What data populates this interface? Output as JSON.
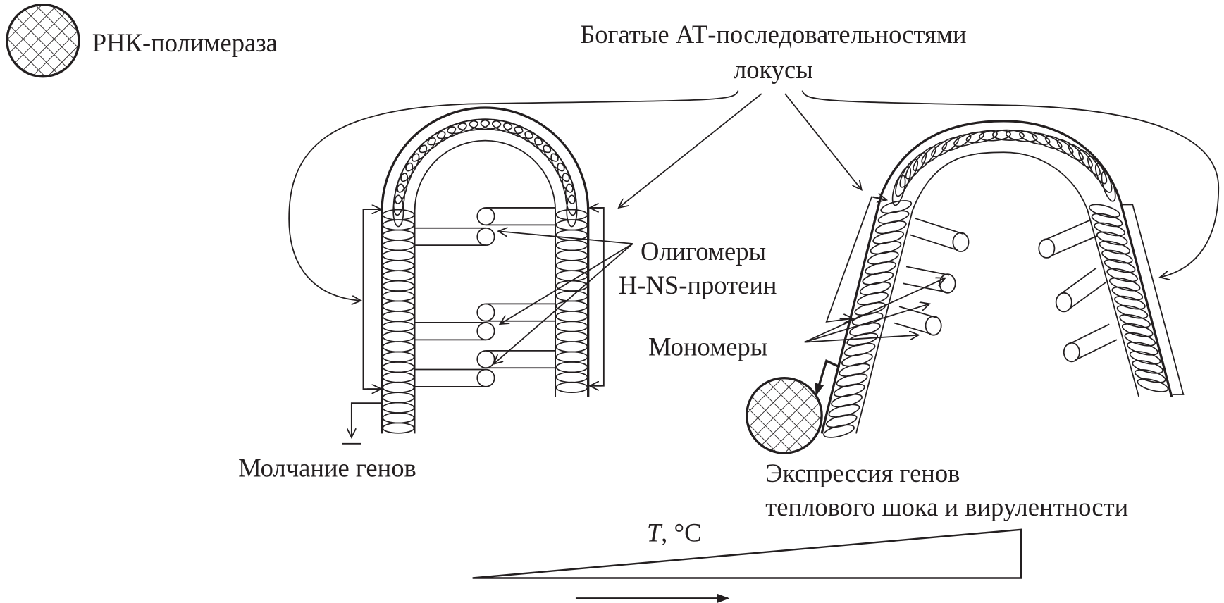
{
  "labels": {
    "rna_polymerase": "РНК-полимераза",
    "at_rich_line1": "Богатые АТ-последовательностями",
    "at_rich_line2": "локусы",
    "oligomers_line1": "Олигомеры",
    "oligomers_line2": "H-NS-протеин",
    "monomers": "Мономеры",
    "gene_silencing": "Молчание генов",
    "expression_line1": "Экспрессия генов",
    "expression_line2": "теплового шока и вирулентности",
    "temperature_prefix": "T",
    "temperature_suffix": ", °C"
  },
  "colors": {
    "ink": "#231f20",
    "background": "#ffffff"
  }
}
